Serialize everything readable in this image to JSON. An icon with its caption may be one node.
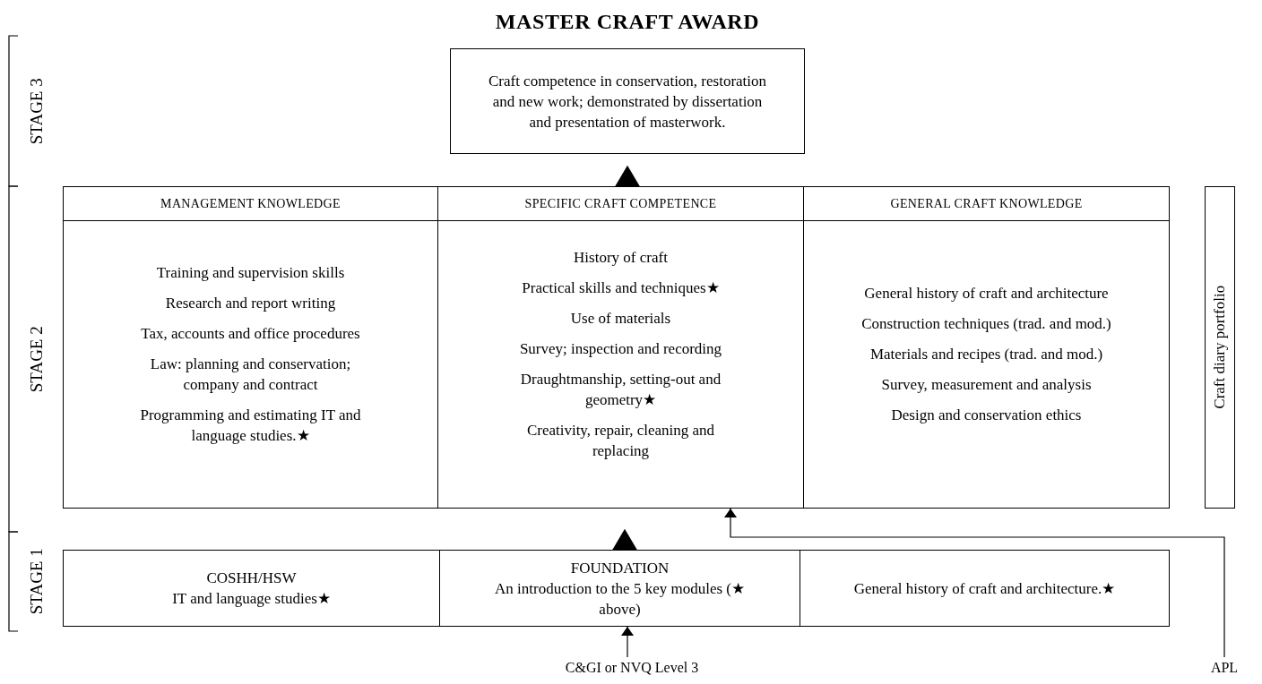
{
  "diagram": {
    "title": "MASTER CRAFT AWARD",
    "nodes": [
      {
        "text": [
          "Craft competence in conservation, restoration and new work; demonstrated by dissertation and presentation of masterwork."
        ]
      },
      {
        "text": [
          "MANAGEMENT KNOWLEDGE",
          "Training and supervision skills",
          "Research and report writing",
          "Tax, accounts and office procedures",
          "Law: planning and conservation; company and contract",
          "Programming and estimating IT and language studies.★"
        ]
      },
      {
        "text": [
          "SPECIFIC CRAFT COMPETENCE",
          "History of craft",
          "Practical skills and techniques★",
          "Use of materials",
          "Survey; inspection and recording",
          "Draughtmanship, setting-out and geometry★",
          "Creativity, repair, cleaning and replacing"
        ]
      },
      {
        "text": [
          "GENERAL CRAFT KNOWLEDGE",
          "General history of craft and architecture",
          "Construction techniques (trad. and mod.)",
          "Materials and recipes (trad. and mod.)",
          "Survey, measurement and analysis",
          "Design and conservation ethics"
        ]
      },
      {
        "text": [
          "COSHH/HSW",
          "IT and language studies★"
        ]
      },
      {
        "text": [
          "FOUNDATION",
          "An introduction to the 5 key modules (★ above)"
        ]
      },
      {
        "text": [
          "General history of craft and architecture.★"
        ]
      },
      {
        "text": [
          "C&GI or NVQ Level 3"
        ]
      },
      {
        "text": [
          "APL"
        ]
      },
      {
        "text": [
          "Craft diary portfolio"
        ]
      }
    ],
    "edges": [
      {
        "from": 2,
        "to": 0,
        "arrow": "to"
      },
      {
        "from": 5,
        "to": 2,
        "arrow": "to"
      },
      {
        "from": 7,
        "to": 5,
        "arrow": "to"
      },
      {
        "from": 8,
        "to": 2,
        "arrow": "to"
      }
    ],
    "labels": [
      "STAGE 3",
      "STAGE 2",
      "STAGE 1"
    ]
  }
}
